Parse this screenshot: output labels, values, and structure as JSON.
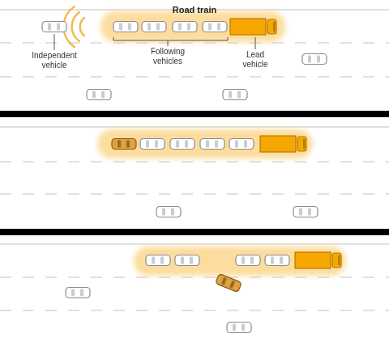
{
  "diagram": {
    "labels": [
      "Road train",
      "Independent vehicle",
      "Following vehicles",
      "Lead vehicle"
    ]
  }
}
